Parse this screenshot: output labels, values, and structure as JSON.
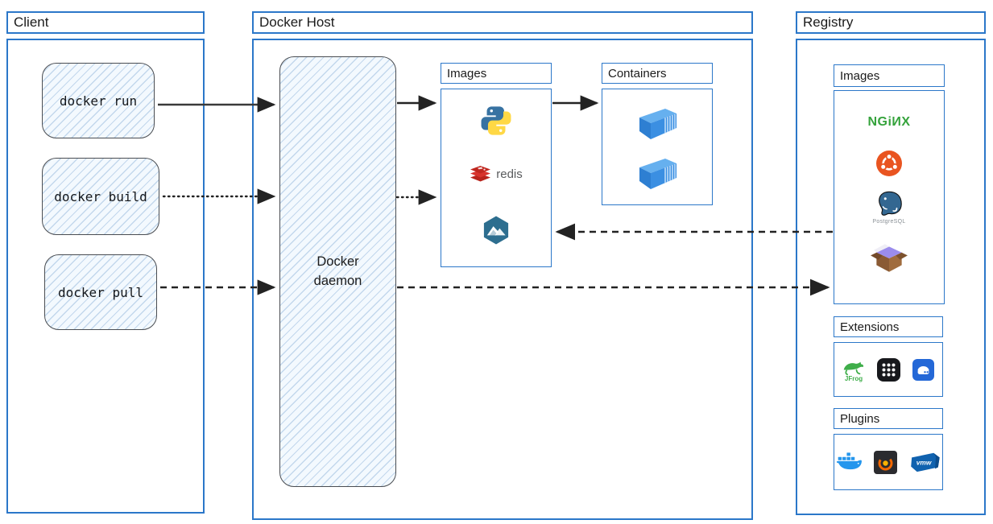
{
  "client": {
    "title": "Client",
    "commands": [
      {
        "label": "docker run"
      },
      {
        "label": "docker build"
      },
      {
        "label": "docker pull"
      }
    ]
  },
  "docker_host": {
    "title": "Docker Host",
    "daemon_label": "Docker daemon",
    "images": {
      "title": "Images",
      "redis_label": "redis",
      "icons": [
        "python-logo",
        "redis-logo",
        "alpine-linux-logo"
      ]
    },
    "containers": {
      "title": "Containers",
      "icons": [
        "container-3d",
        "container-3d"
      ]
    }
  },
  "registry": {
    "title": "Registry",
    "images": {
      "title": "Images",
      "nginx_wordmark": "NGiИX",
      "postgresql_label": "PostgreSQL",
      "icons": [
        "nginx-logo",
        "ubuntu-logo",
        "postgresql-logo",
        "package-box"
      ]
    },
    "extensions": {
      "title": "Extensions",
      "jfrog_label": "JFrog",
      "icons": [
        "jfrog-logo",
        "app-grid-tile",
        "vm-appliance-tile"
      ]
    },
    "plugins": {
      "title": "Plugins",
      "vmware_label": "vmw",
      "icons": [
        "docker-whale-logo",
        "grafana-logo",
        "vmware-logo"
      ]
    }
  },
  "arrows": [
    {
      "from": "docker-run",
      "to": "docker-daemon",
      "style": "solid"
    },
    {
      "from": "docker-build",
      "to": "docker-daemon",
      "style": "dotted"
    },
    {
      "from": "docker-pull",
      "to": "docker-daemon",
      "style": "dashed"
    },
    {
      "from": "docker-daemon",
      "to": "host-images",
      "style": "solid"
    },
    {
      "from": "docker-daemon",
      "to": "host-images",
      "style": "dotted"
    },
    {
      "from": "host-images",
      "to": "containers",
      "style": "solid"
    },
    {
      "from": "registry-images",
      "to": "host-images",
      "style": "dashed"
    },
    {
      "from": "docker-daemon",
      "to": "registry-images",
      "style": "dashed"
    }
  ],
  "colors": {
    "frame_blue": "#2b77c9",
    "sketch_fill": "#f3f9fe",
    "sketch_border": "#4a4d52",
    "arrow": "#232323",
    "nginx_green": "#35a33c",
    "ubuntu_orange": "#e95420",
    "redis_red": "#d7332c",
    "python_blue": "#3772a2",
    "python_yellow": "#ffd845",
    "alpine_teal": "#2d6e8f",
    "container_blue": "#3b8fe2"
  }
}
